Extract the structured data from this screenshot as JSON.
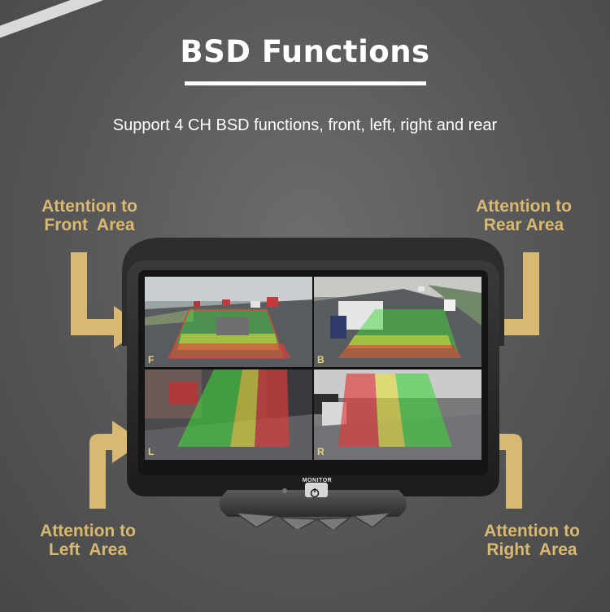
{
  "title": "BSD Functions",
  "subtitle": "Support 4 CH BSD functions, front, left, right and rear",
  "callouts": {
    "front": "Attention to\nFront  Area",
    "rear": "Attention to\nRear Area",
    "left": "Attention to\nLeft  Area",
    "right": "Attention to\nRight  Area"
  },
  "screen": {
    "front_letter": "F",
    "rear_letter": "B",
    "left_letter": "L",
    "right_letter": "R"
  },
  "monitor_label": "MONITOR",
  "colors": {
    "accent": "#d9b972",
    "zone_green": "#3fd43a",
    "zone_yellow": "#e8e43a",
    "zone_red": "#e23a3a"
  },
  "icons": [
    "power-icon",
    "arrow-icon"
  ]
}
